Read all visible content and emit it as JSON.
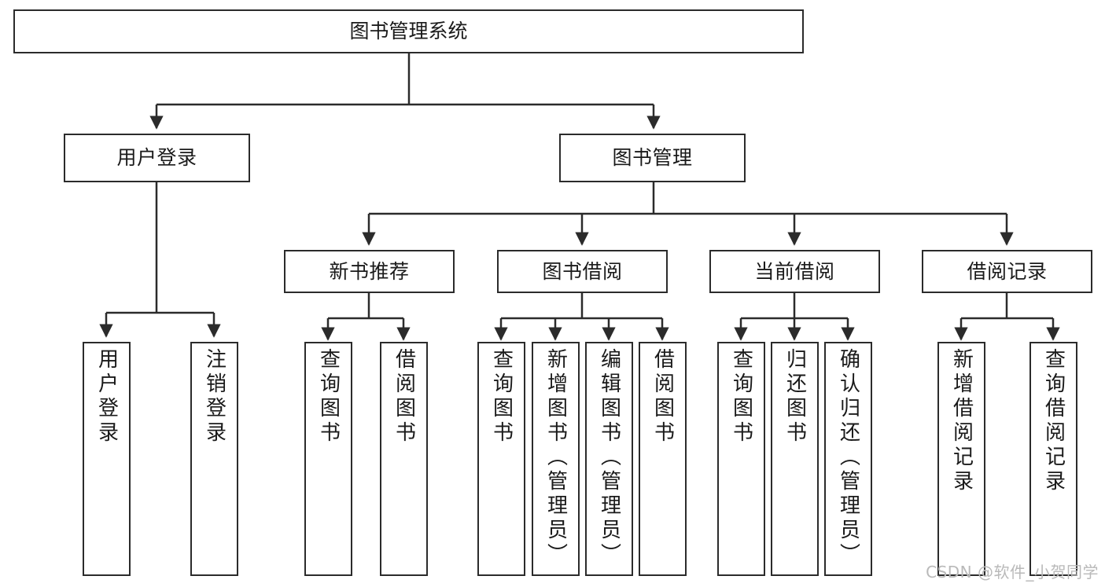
{
  "diagram": {
    "type": "tree-hierarchy",
    "title": "图书管理系统",
    "root": {
      "id": "root",
      "label": "图书管理系统"
    },
    "level2": [
      {
        "id": "user-login",
        "label": "用户登录"
      },
      {
        "id": "book-management",
        "label": "图书管理"
      }
    ],
    "level3": [
      {
        "id": "new-book-recommend",
        "label": "新书推荐"
      },
      {
        "id": "book-borrow",
        "label": "图书借阅"
      },
      {
        "id": "current-borrow",
        "label": "当前借阅"
      },
      {
        "id": "borrow-record",
        "label": "借阅记录"
      }
    ],
    "leaves": {
      "user_login": [
        {
          "id": "leaf-user-login",
          "label": "用户登录"
        },
        {
          "id": "leaf-logout-login",
          "label": "注销登录"
        }
      ],
      "new_book_recommend": [
        {
          "id": "leaf-query-book-1",
          "label": "查询图书"
        },
        {
          "id": "leaf-borrow-book-1",
          "label": "借阅图书"
        }
      ],
      "book_borrow": [
        {
          "id": "leaf-query-book-2",
          "label": "查询图书"
        },
        {
          "id": "leaf-add-book",
          "label": "新增图书（管理员）"
        },
        {
          "id": "leaf-edit-book",
          "label": "编辑图书（管理员）"
        },
        {
          "id": "leaf-borrow-book-2",
          "label": "借阅图书"
        }
      ],
      "current_borrow": [
        {
          "id": "leaf-query-book-3",
          "label": "查询图书"
        },
        {
          "id": "leaf-return-book",
          "label": "归还图书"
        },
        {
          "id": "leaf-confirm-return",
          "label": "确认归还（管理员）"
        }
      ],
      "borrow_record": [
        {
          "id": "leaf-add-record",
          "label": "新增借阅记录"
        },
        {
          "id": "leaf-query-record",
          "label": "查询借阅记录"
        }
      ]
    }
  },
  "watermark": {
    "text": "CSDN @软件_小贺同学"
  },
  "colors": {
    "border": "#2b2b2b",
    "background": "#ffffff",
    "text": "#1a1a1a",
    "watermark": "#b9b9b9"
  }
}
